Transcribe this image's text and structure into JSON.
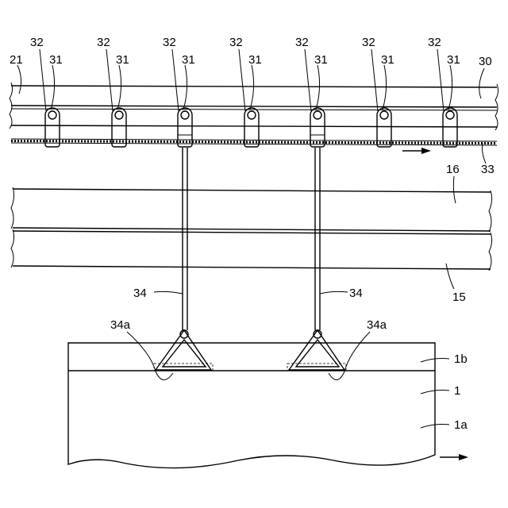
{
  "labels": {
    "rail_upper": "21",
    "rail_lower": "30",
    "chain": "33",
    "pins": [
      "31",
      "31",
      "31",
      "31",
      "31",
      "31",
      "31"
    ],
    "hangers": [
      "32",
      "32",
      "32",
      "32",
      "32",
      "32",
      "32"
    ],
    "rod_upper": "16",
    "rod_lower": "15",
    "wire_left": "34",
    "wire_right": "34",
    "clamp_left": "34a",
    "clamp_right": "34a",
    "sheet": "1",
    "sheet_top": "1b",
    "sheet_body": "1a"
  }
}
